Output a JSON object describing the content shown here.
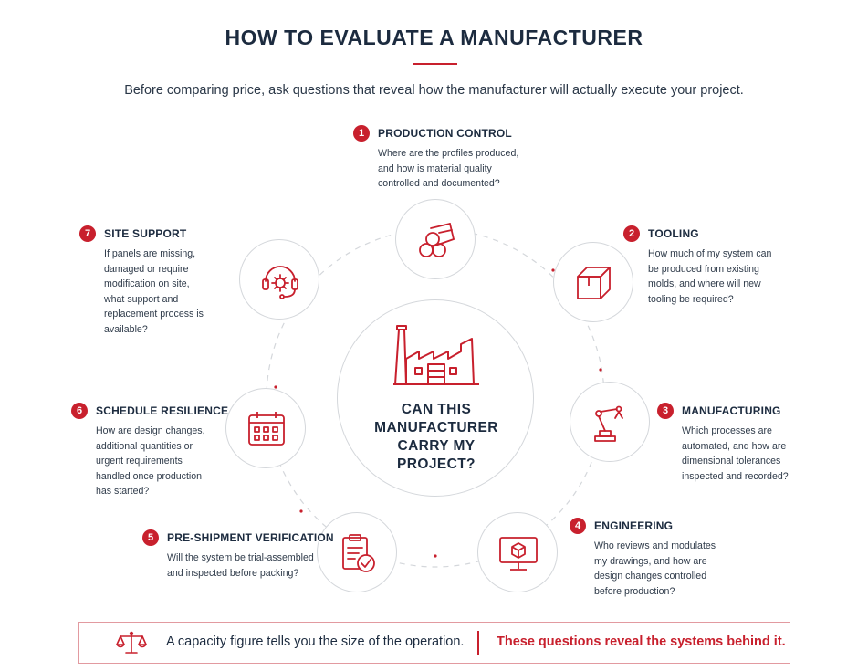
{
  "title": "HOW TO EVALUATE A MANUFACTURER",
  "subtitle": "Before comparing price, ask questions that reveal how the manufacturer will actually execute your project.",
  "hub": {
    "lines": [
      "CAN THIS",
      "MANUFACTURER",
      "CARRY MY",
      "PROJECT?"
    ],
    "icon": "factory-icon"
  },
  "questions": [
    {
      "number": "1",
      "title": "PRODUCTION CONTROL",
      "icon": "material-profiles-icon",
      "lines": [
        "Where are the profiles produced,",
        "and how is material quality",
        "controlled and documented?"
      ]
    },
    {
      "number": "2",
      "title": "TOOLING",
      "icon": "mold-box-icon",
      "lines": [
        "How much of my system can",
        "be produced from existing",
        "molds, and where will new",
        "tooling be required?"
      ]
    },
    {
      "number": "3",
      "title": "MANUFACTURING",
      "icon": "robot-arm-icon",
      "lines": [
        "Which processes are",
        "automated, and how are",
        "dimensional tolerances",
        "inspected and recorded?"
      ]
    },
    {
      "number": "4",
      "title": "ENGINEERING",
      "icon": "computer-monitor-icon",
      "lines": [
        "Who reviews and modulates",
        "my drawings, and how are",
        "design changes controlled",
        "before production?"
      ]
    },
    {
      "number": "5",
      "title": "PRE-SHIPMENT VERIFICATION",
      "icon": "clipboard-check-icon",
      "lines": [
        "Will the system be trial-assembled",
        "and inspected before packing?"
      ]
    },
    {
      "number": "6",
      "title": "SCHEDULE RESILIENCE",
      "icon": "calendar-icon",
      "lines": [
        "How are design changes,",
        "additional quantities or",
        "urgent requirements",
        "handled once production",
        "has started?"
      ]
    },
    {
      "number": "7",
      "title": "SITE SUPPORT",
      "icon": "headset-gear-icon",
      "lines": [
        "If panels are missing,",
        "damaged or require",
        "modification on site,",
        "what support and",
        "replacement process is",
        "available?"
      ]
    }
  ],
  "footer": {
    "icon": "scales-icon",
    "left_text": "A capacity figure tells you the size of the operation.",
    "right_text": "These questions reveal the systems behind it."
  },
  "colors": {
    "accent": "#c8202d",
    "text": "#1c2b3f",
    "ring": "#d4d7db"
  }
}
